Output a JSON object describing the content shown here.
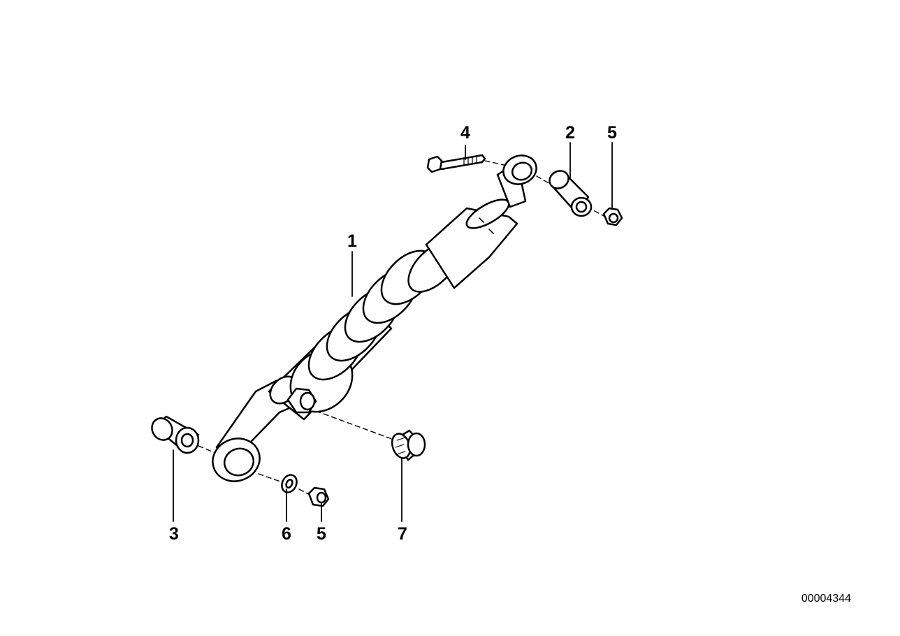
{
  "callouts": {
    "c1": "1",
    "c2": "2",
    "c3": "3",
    "c4": "4",
    "c5a": "5",
    "c5b": "5",
    "c6": "6",
    "c7": "7"
  },
  "diagram_number": "00004344",
  "colors": {
    "line": "#000000",
    "background": "#ffffff"
  }
}
